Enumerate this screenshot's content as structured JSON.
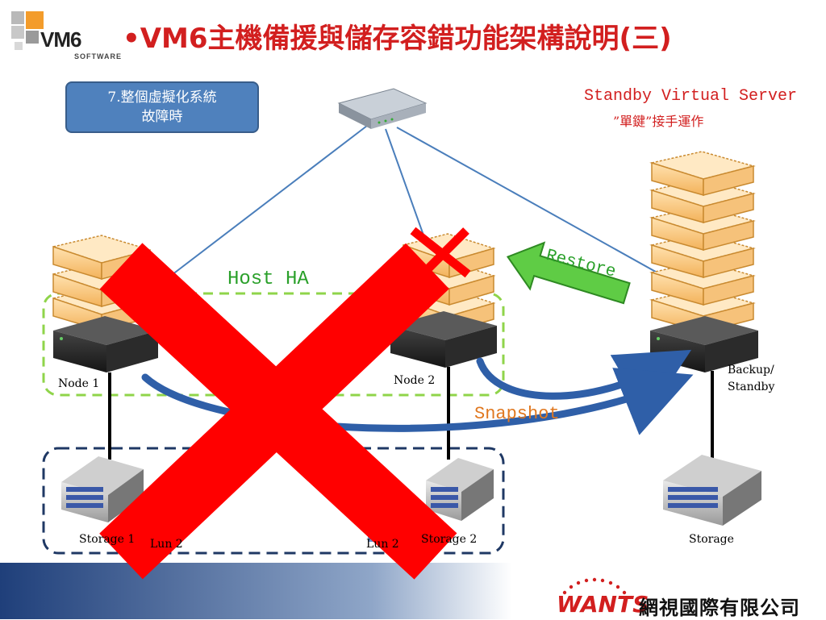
{
  "header": {
    "logo_text": "VM6",
    "logo_subtext": "SOFTWARE",
    "title": "•VM6主機備援與儲存容錯功能架構說明(三)"
  },
  "callout": {
    "line1": "7.整個虛擬化系統",
    "line2": "故障時"
  },
  "standby": {
    "title": "Standby Virtual Server",
    "subtitle": "”單鍵”接手運作"
  },
  "labels": {
    "host_ha": "Host HA",
    "restore": "Restore",
    "snapshot": "Snapshot",
    "node1": "Node 1",
    "node2": "Node 2",
    "backup_line1": "Backup/",
    "backup_line2": "Standby",
    "storage1": "Storage 1",
    "storage2": "Storage 2",
    "storage": "Storage",
    "lun_left": "Lun 2",
    "lun_right": "Lun 2"
  },
  "footer": {
    "brand": "WANTS",
    "company": "網視國際有限公司"
  },
  "colors": {
    "title_red": "#d21f1f",
    "callout_blue": "#4f81bd",
    "host_ha_green": "#2aa02a",
    "snapshot_orange": "#e07820",
    "storage_border_navy": "#1f3864",
    "cross_red": "#ff0000",
    "network_line_blue": "#4a7ebb"
  }
}
